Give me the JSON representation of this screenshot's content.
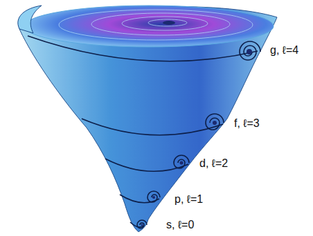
{
  "diagram": {
    "labels": [
      "g, ℓ=4",
      "f, ℓ=3",
      "d, ℓ=2",
      "p, ℓ=1",
      "s, ℓ=0"
    ]
  }
}
